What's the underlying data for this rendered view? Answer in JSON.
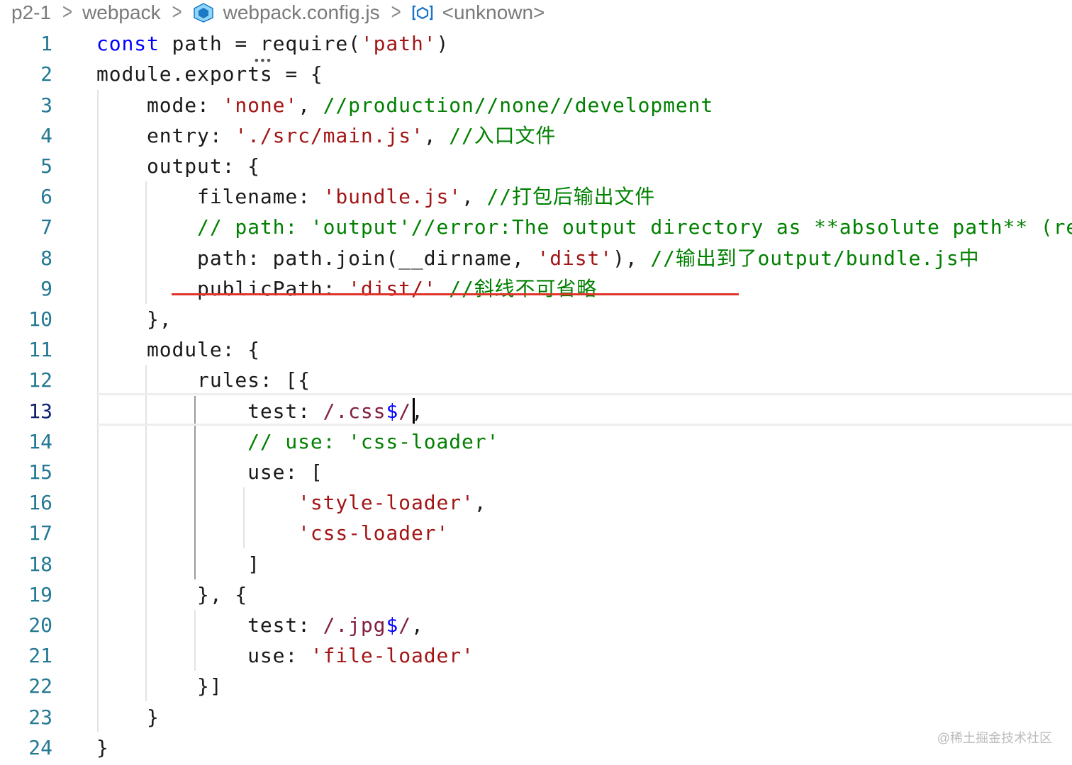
{
  "breadcrumb": {
    "items": [
      "p2-1",
      "webpack",
      "webpack.config.js",
      "<unknown>"
    ],
    "separator": ">"
  },
  "editor": {
    "current_line": "13",
    "lines": [
      {
        "n": "1",
        "tokens": [
          {
            "t": "kw",
            "v": "const"
          },
          {
            "t": "p",
            "v": " path = require("
          },
          {
            "t": "str",
            "v": "'path'"
          },
          {
            "t": "p",
            "v": ")"
          }
        ]
      },
      {
        "n": "2",
        "tokens": [
          {
            "t": "p",
            "v": "module.exports = {"
          }
        ]
      },
      {
        "n": "3",
        "tokens": [
          {
            "t": "p",
            "v": "    mode: "
          },
          {
            "t": "str",
            "v": "'none'"
          },
          {
            "t": "p",
            "v": ", "
          },
          {
            "t": "cmt",
            "v": "//production//none//development"
          }
        ]
      },
      {
        "n": "4",
        "tokens": [
          {
            "t": "p",
            "v": "    entry: "
          },
          {
            "t": "str",
            "v": "'./src/main.js'"
          },
          {
            "t": "p",
            "v": ", "
          },
          {
            "t": "cmt",
            "v": "//入口文件"
          }
        ]
      },
      {
        "n": "5",
        "tokens": [
          {
            "t": "p",
            "v": "    output: {"
          }
        ]
      },
      {
        "n": "6",
        "tokens": [
          {
            "t": "p",
            "v": "        filename: "
          },
          {
            "t": "str",
            "v": "'bundle.js'"
          },
          {
            "t": "p",
            "v": ", "
          },
          {
            "t": "cmt",
            "v": "//打包后输出文件"
          }
        ]
      },
      {
        "n": "7",
        "tokens": [
          {
            "t": "cmt",
            "v": "        // path: 'output'//error:The output directory as **absolute path** (requ"
          }
        ]
      },
      {
        "n": "8",
        "tokens": [
          {
            "t": "p",
            "v": "        path: path.join(__dirname, "
          },
          {
            "t": "str",
            "v": "'dist'"
          },
          {
            "t": "p",
            "v": "), "
          },
          {
            "t": "cmt",
            "v": "//输出到了output/bundle.js中"
          }
        ]
      },
      {
        "n": "9",
        "tokens": [
          {
            "t": "p",
            "v": "        publicPath: "
          },
          {
            "t": "str",
            "v": "'dist/'"
          },
          {
            "t": "p",
            "v": " "
          },
          {
            "t": "cmt",
            "v": "//斜线不可省略"
          }
        ]
      },
      {
        "n": "10",
        "tokens": [
          {
            "t": "p",
            "v": "    },"
          }
        ]
      },
      {
        "n": "11",
        "tokens": [
          {
            "t": "p",
            "v": "    module: {"
          }
        ]
      },
      {
        "n": "12",
        "tokens": [
          {
            "t": "p",
            "v": "        rules: [{"
          }
        ]
      },
      {
        "n": "13",
        "tokens": [
          {
            "t": "p",
            "v": "            test: "
          },
          {
            "t": "re",
            "v": "/.css"
          },
          {
            "t": "re-d",
            "v": "$"
          },
          {
            "t": "re",
            "v": "/"
          },
          {
            "t": "p",
            "v": ","
          }
        ]
      },
      {
        "n": "14",
        "tokens": [
          {
            "t": "cmt",
            "v": "            // use: 'css-loader'"
          }
        ]
      },
      {
        "n": "15",
        "tokens": [
          {
            "t": "p",
            "v": "            use: ["
          }
        ]
      },
      {
        "n": "16",
        "tokens": [
          {
            "t": "p",
            "v": "                "
          },
          {
            "t": "str",
            "v": "'style-loader'"
          },
          {
            "t": "p",
            "v": ","
          }
        ]
      },
      {
        "n": "17",
        "tokens": [
          {
            "t": "p",
            "v": "                "
          },
          {
            "t": "str",
            "v": "'css-loader'"
          }
        ]
      },
      {
        "n": "18",
        "tokens": [
          {
            "t": "p",
            "v": "            ]"
          }
        ]
      },
      {
        "n": "19",
        "tokens": [
          {
            "t": "p",
            "v": "        }, {"
          }
        ]
      },
      {
        "n": "20",
        "tokens": [
          {
            "t": "p",
            "v": "            test: "
          },
          {
            "t": "re",
            "v": "/.jpg"
          },
          {
            "t": "re-d",
            "v": "$"
          },
          {
            "t": "re",
            "v": "/"
          },
          {
            "t": "p",
            "v": ","
          }
        ]
      },
      {
        "n": "21",
        "tokens": [
          {
            "t": "p",
            "v": "            use: "
          },
          {
            "t": "str",
            "v": "'file-loader'"
          }
        ]
      },
      {
        "n": "22",
        "tokens": [
          {
            "t": "p",
            "v": "        }]"
          }
        ]
      },
      {
        "n": "23",
        "tokens": [
          {
            "t": "p",
            "v": "    }"
          }
        ]
      },
      {
        "n": "24",
        "tokens": [
          {
            "t": "p",
            "v": "}"
          }
        ]
      }
    ]
  },
  "watermark": "@稀土掘金技术社区",
  "colors": {
    "keyword": "#0000ff",
    "string": "#a31515",
    "comment": "#008000",
    "regex": "#811f3f",
    "line_number": "#237893",
    "annotation_underline": "#e0332a"
  }
}
